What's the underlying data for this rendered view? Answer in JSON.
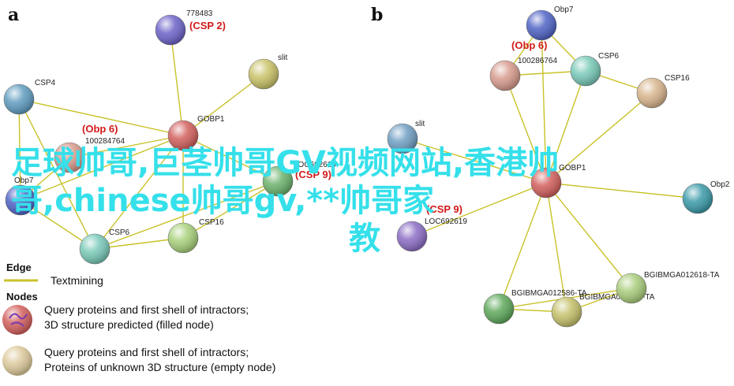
{
  "panels": [
    {
      "letter": "a",
      "nodes": [
        {
          "id": "778483",
          "label": "778483",
          "tag": "(CSP 2)",
          "color": "#6c62c8"
        },
        {
          "id": "slit",
          "label": "slit",
          "tag": "",
          "color": "#c9c267"
        },
        {
          "id": "CSP4",
          "label": "CSP4",
          "tag": "",
          "color": "#5f9cc0"
        },
        {
          "id": "GOBP1",
          "label": "GOBP1",
          "tag": "",
          "color": "#d25f5c"
        },
        {
          "id": "100284",
          "label": "100284764",
          "tag": "(Obp 6)",
          "color": "#d79a8c"
        },
        {
          "id": "CSP9",
          "label": "LOC692619",
          "tag": "(CSP 9)",
          "color": "#6cb26c"
        },
        {
          "id": "Obp7",
          "label": "Obp7",
          "tag": "",
          "color": "#4f63c6"
        },
        {
          "id": "CSP6",
          "label": "CSP6",
          "tag": "",
          "color": "#78c9b8"
        },
        {
          "id": "CSP16",
          "label": "CSP16",
          "tag": "",
          "color": "#a7d07a"
        }
      ],
      "edges": [
        [
          "778483",
          "GOBP1"
        ],
        [
          "slit",
          "GOBP1"
        ],
        [
          "CSP4",
          "GOBP1"
        ],
        [
          "CSP4",
          "Obp7"
        ],
        [
          "100284",
          "GOBP1"
        ],
        [
          "100284",
          "Obp7"
        ],
        [
          "GOBP1",
          "Obp7"
        ],
        [
          "GOBP1",
          "CSP6"
        ],
        [
          "GOBP1",
          "CSP16"
        ],
        [
          "GOBP1",
          "CSP9"
        ],
        [
          "Obp7",
          "CSP6"
        ],
        [
          "CSP6",
          "CSP16"
        ],
        [
          "CSP6",
          "CSP9"
        ],
        [
          "CSP16",
          "CSP9"
        ],
        [
          "CSP4",
          "CSP6"
        ]
      ]
    },
    {
      "letter": "b",
      "nodes": [
        {
          "id": "Obp7",
          "label": "Obp7",
          "tag": "",
          "color": "#4f63c6"
        },
        {
          "id": "100286",
          "label": "100286764",
          "tag": "(Obp 6)",
          "color": "#d79a8c"
        },
        {
          "id": "CSP6",
          "label": "CSP6",
          "tag": "",
          "color": "#78c9b8"
        },
        {
          "id": "CSP16",
          "label": "CSP16",
          "tag": "",
          "color": "#d7b48c"
        },
        {
          "id": "slit",
          "label": "slit",
          "tag": "",
          "color": "#6e9ec2"
        },
        {
          "id": "GOBP1",
          "label": "GOBP1",
          "tag": "",
          "color": "#d25f5c"
        },
        {
          "id": "Obp2",
          "label": "Obp2",
          "tag": "",
          "color": "#3a9aa8"
        },
        {
          "id": "CSP9",
          "label": "LOC692619",
          "tag": "(CSP 9)",
          "color": "#8a6cc4"
        },
        {
          "id": "BG2586",
          "label": "BGIBMGA012586-TA",
          "tag": "",
          "color": "#5ea85a"
        },
        {
          "id": "BG2613",
          "label": "BGIBMGA012613-TA",
          "tag": "",
          "color": "#c4c06a"
        },
        {
          "id": "BG2618",
          "label": "BGIBMGA012618-TA",
          "tag": "",
          "color": "#a8cc7a"
        }
      ],
      "edges": [
        [
          "Obp7",
          "100286"
        ],
        [
          "Obp7",
          "GOBP1"
        ],
        [
          "Obp7",
          "CSP6"
        ],
        [
          "100286",
          "CSP6"
        ],
        [
          "100286",
          "GOBP1"
        ],
        [
          "CSP6",
          "CSP16"
        ],
        [
          "CSP6",
          "GOBP1"
        ],
        [
          "CSP16",
          "GOBP1"
        ],
        [
          "slit",
          "GOBP1"
        ],
        [
          "GOBP1",
          "Obp2"
        ],
        [
          "GOBP1",
          "CSP9"
        ],
        [
          "GOBP1",
          "BG2586"
        ],
        [
          "GOBP1",
          "BG2613"
        ],
        [
          "GOBP1",
          "BG2618"
        ],
        [
          "BG2586",
          "BG2613"
        ],
        [
          "BG2613",
          "BG2618"
        ],
        [
          "BG2586",
          "BG2618"
        ]
      ]
    }
  ],
  "legend": {
    "edge_heading": "Edge",
    "edge_type": "Textmining",
    "edge_color": "#c9c22a",
    "nodes_heading": "Nodes",
    "filled_line1": "Query proteins and first shell of intractors;",
    "filled_line2": "3D structure predicted (filled node)",
    "empty_line1": "Query proteins and first shell of intractors;",
    "empty_line2": "Proteins of unknown 3D structure (empty node)"
  },
  "overlay": {
    "line1": "足球帅哥,巨茎帅哥GV视频网站,香港帅",
    "line2": "哥,chinese帅哥gv,**帅哥家",
    "line3": "教",
    "color": "#35e0ea"
  },
  "colors": {
    "edge": "#c9c22a",
    "highlight": "#d21a1a"
  }
}
